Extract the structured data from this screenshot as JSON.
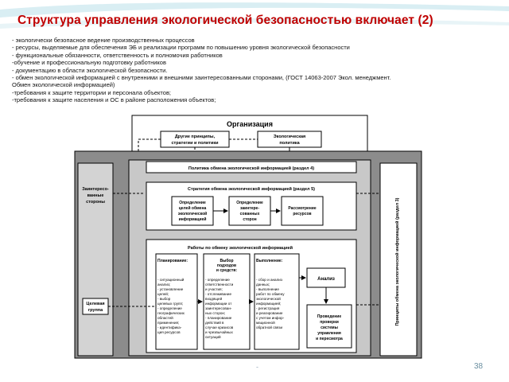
{
  "slide": {
    "title": "Структура управления экологической безопасностью включает (2)",
    "bullets": [
      " - экологически безопасное ведение производственных процессов",
      " - ресурсы, выделяемые для обеспечения ЭБ и реализации программ по повышению уровня экологической безопасности",
      " - функциональные обязанности, ответственность и полномочия работников",
      "-обучение и профессиональную подготовку работников",
      "- документацию в области экологической безопасности.",
      "- обмен экологической информацией с внутренними и внешними заинтересованными сторонами, (ГОСТ 14063-2007 Экол. менеджмент.",
      " Обмен экологической информацией)",
      "-требования к защите территории и персонала объектов;",
      "-требования к защите населения и ОС в районе расположения объектов;"
    ],
    "page_number": "38",
    "footer_mark": "-"
  },
  "diagram": {
    "organization": "Организация",
    "other_principles": [
      "Другие принципы,",
      "стратегии и политики"
    ],
    "eco_policy": [
      "Экологическая",
      "политика"
    ],
    "stakeholders": [
      "Заинтересо-",
      "ванные",
      "стороны"
    ],
    "principles_vertical": "Принципы обмена экологической информацией (раздел 3)",
    "policy_label": "Политика обмена экологической информацией (раздел 4)",
    "strategy_label": "Стратегия обмена экологической информацией (раздел 5)",
    "strategy_items": [
      [
        "Определение",
        "целей обмена",
        "экологической",
        "информацией"
      ],
      [
        "Определение",
        "заинтере-",
        "сованных",
        "сторон"
      ],
      [
        "Рассмотрение",
        "ресурсов"
      ]
    ],
    "work_label": "Работы по обмену экологической информацией",
    "col_planning_title": "Планирование:",
    "col_planning_items": [
      "- ситуационный",
      "анализ;",
      "- установление",
      "целей;",
      "- выбор",
      "целевых групп;",
      "- определение",
      "географических",
      "областей",
      "применения;",
      "- идентифика-",
      "ция ресурсов"
    ],
    "col_choice_title": [
      "Выбор",
      "подходов",
      "и средств:"
    ],
    "col_choice_items": [
      "- определение",
      "ответственности",
      "и участия;",
      "- отслеживание",
      "входящей",
      "информации от",
      "заинтересован-",
      "ных сторон;",
      "- планирование",
      "действий в",
      "случае кризисов",
      "и чрезвычайных",
      "ситуаций"
    ],
    "col_exec_title": "Выполнение:",
    "col_exec_items": [
      "- сбор и анализ",
      "данных;",
      "- выполнение",
      "работ по обмену",
      "экологической",
      "информацией;",
      "- регистрация",
      "и реагирование",
      "с учетом инфор-",
      "мационной",
      "обратной связи"
    ],
    "analysis": "Анализ",
    "target_group": [
      "Целевая",
      "группа"
    ],
    "review": [
      "Проведение",
      "проверки",
      "системы",
      "управления",
      "и пересмотра"
    ]
  }
}
